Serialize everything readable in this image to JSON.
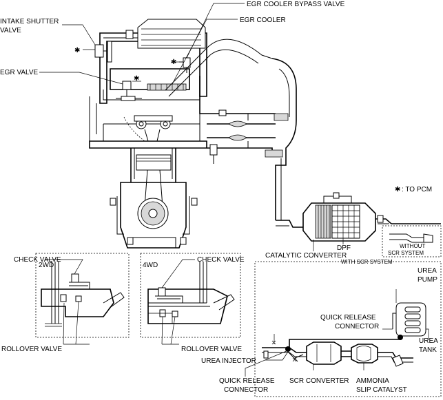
{
  "labels": {
    "intake_shutter_valve_l1": "INTAKE SHUTTER",
    "intake_shutter_valve_l2": "VALVE",
    "egr_cooler_bypass_valve": "EGR COOLER BYPASS VALVE",
    "egr_cooler": "EGR COOLER",
    "egr_valve": "EGR VALVE",
    "to_pcm": ": TO PCM",
    "catalytic_converter": "CATALYTIC CONVERTER",
    "dpf": "DPF",
    "without_scr_l1": "WITHOUT",
    "without_scr_l2": "SCR SYSTEM",
    "check_valve_2wd": "CHECK VALVE",
    "check_valve_4wd": "CHECK VALVE",
    "tag_2wd": "2WD",
    "tag_4wd": "4WD",
    "rollover_valve_2wd": "ROLLOVER VALVE",
    "rollover_valve_4wd": "ROLLOVER VALVE",
    "with_scr_system": "WITH SCR SYSTEM",
    "urea_pump_l1": "UREA",
    "urea_pump_l2": "PUMP",
    "quick_release_connector_r_l1": "QUICK RELEASE",
    "quick_release_connector_r_l2": "CONNECTOR",
    "urea_tank_l1": "UREA",
    "urea_tank_l2": "TANK",
    "urea_injector": "UREA INJECTOR",
    "quick_release_connector_b_l1": "QUICK RELEASE",
    "quick_release_connector_b_l2": "CONNECTOR",
    "scr_converter": "SCR CONVERTER",
    "ammonia_slip_catalyst_l1": "AMMONIA",
    "ammonia_slip_catalyst_l2": "SLIP CATALYST"
  },
  "marks": {
    "asterisk": "✱"
  }
}
